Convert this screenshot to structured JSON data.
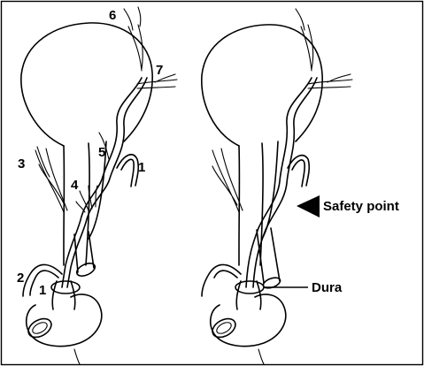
{
  "figure": {
    "left_labels": {
      "l1": "1",
      "l1b": "1",
      "l2": "2",
      "l3": "3",
      "l4": "4",
      "l5": "5",
      "l6": "6",
      "l7": "7"
    },
    "right_labels": {
      "safety": "Safety point",
      "dura": "Dura"
    }
  }
}
